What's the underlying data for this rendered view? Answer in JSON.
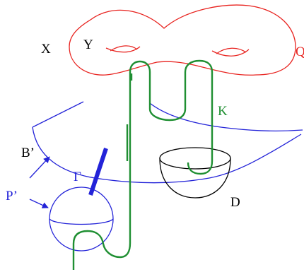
{
  "colors": {
    "red": "#e8231f",
    "green": "#1f8f32",
    "blue": "#2323d8",
    "black": "#000000"
  },
  "labels": {
    "x": "X",
    "y": "Y",
    "q": "Q",
    "k": "K",
    "b_prime": "B’",
    "gamma": "Γ",
    "p_prime": "P’",
    "d": "D"
  }
}
